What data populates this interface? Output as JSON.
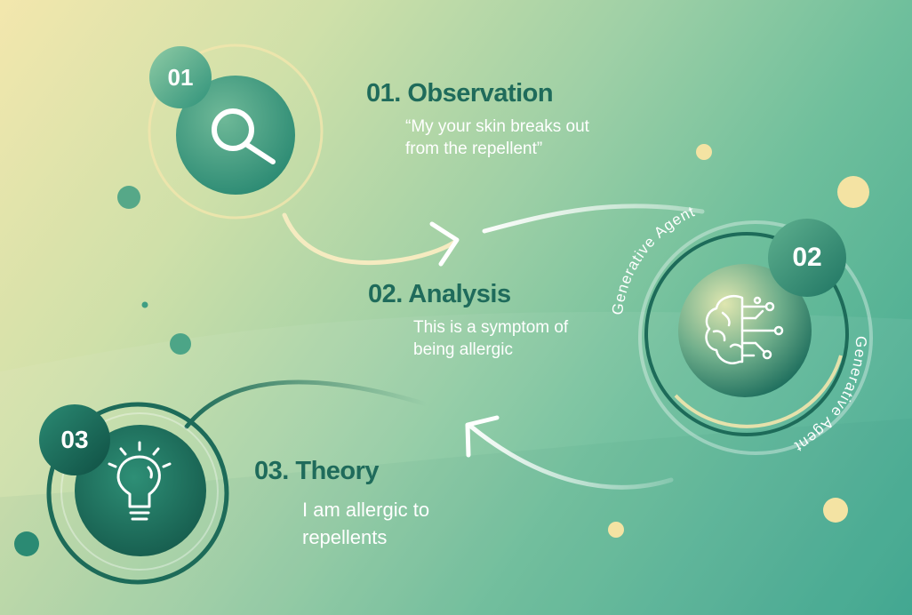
{
  "steps": [
    {
      "number": "01",
      "title": "01. Observation",
      "text": "“My your skin breaks out from the repellent”"
    },
    {
      "number": "02",
      "title": "02. Analysis",
      "text": "This is a symptom of being allergic"
    },
    {
      "number": "03",
      "title": "03. Theory",
      "text": "I am allergic to repellents"
    }
  ],
  "agent_label": "Generative Agent",
  "icons": [
    "search-icon",
    "brain-circuit-icon",
    "lightbulb-icon"
  ],
  "colors": {
    "dark_green": "#1f6b5b",
    "accent_cream": "#f4e3a3",
    "white": "#ffffff"
  }
}
